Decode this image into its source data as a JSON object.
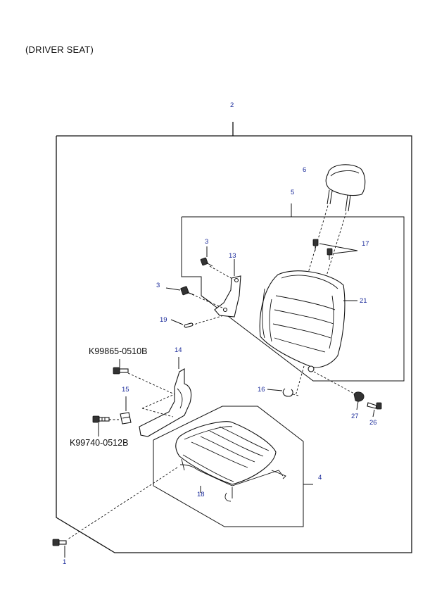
{
  "title": "(DRIVER SEAT)",
  "callouts": {
    "c1": "1",
    "c2": "2",
    "c3a": "3",
    "c3b": "3",
    "c4": "4",
    "c5": "5",
    "c6": "6",
    "c13": "13",
    "c14": "14",
    "c15": "15",
    "c16": "16",
    "c17": "17",
    "c18": "18",
    "c19": "19",
    "c21": "21",
    "c26": "26",
    "c27": "27"
  },
  "part_numbers": {
    "bolt_upper": "K99865-0510B",
    "bolt_lower": "K99740-0512B"
  }
}
